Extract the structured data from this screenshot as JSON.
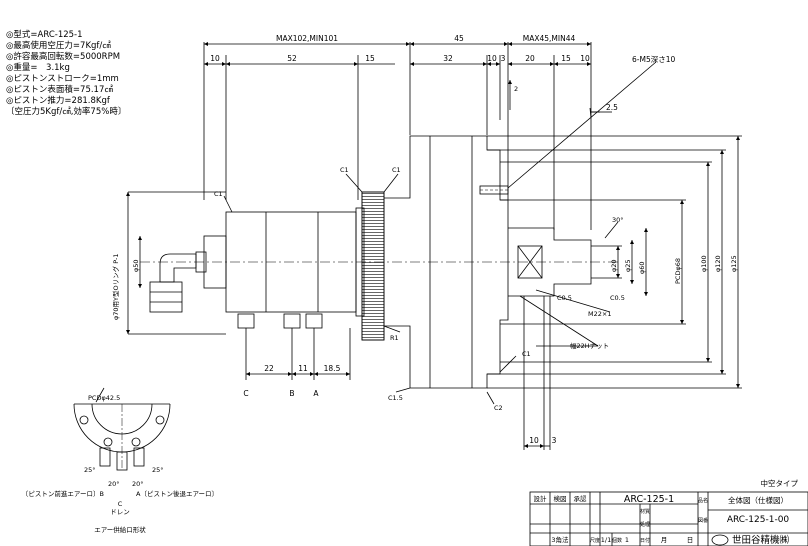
{
  "specs": [
    "◎型式=ARC-125-1",
    "◎最高使用空圧力=7Kgf/㎠",
    "◎許容最高回転数=5000RPM",
    "◎重量=　3.1kg",
    "◎ピストンストローク=1mm",
    "◎ピストン表面積=75.17㎠",
    "◎ピストン推力=281.8Kgf",
    "〔空圧力5Kgf/㎠,効率75%時〕"
  ],
  "top_dims": {
    "overall": "MAX102,MIN101",
    "d10a": "10",
    "d52": "52",
    "d15a": "15",
    "d45": "45",
    "max45": "MAX45,MIN44",
    "d32": "32",
    "d10b": "10",
    "d3": "3",
    "d20": "20",
    "d15b": "15",
    "d10c": "10"
  },
  "notes": {
    "m5": "6-M5深さ10",
    "d2_5": "2.5",
    "d2_0": "2",
    "chamfers": [
      "C1",
      "C1",
      "C1",
      "C1",
      "C1.5",
      "C2",
      "C0.5",
      "C0.5"
    ],
    "r1": "R1",
    "angle30": "30°",
    "hex": "幅22Hナット",
    "thread": "M22×1",
    "side_label": "φ70用Y型Oリング P-1"
  },
  "diameters": [
    "φ50",
    "φ20",
    "φ25",
    "φ60",
    "PCDφ68",
    "φ100",
    "φ120",
    "φ125"
  ],
  "bottom_dims": {
    "d22": "22",
    "d11": "11",
    "d18_5": "18.5",
    "d10": "10",
    "d3": "3"
  },
  "ports": {
    "c": "C",
    "b": "B",
    "a": "A"
  },
  "port_view": {
    "pcd": "PCDφ42.5",
    "angle1": "25°",
    "angle2": "20°",
    "angle3": "20°",
    "angle4": "25°",
    "label_b": "〔ピストン前進エアーロ〕B",
    "label_a": "A〔ピストン後退エアーロ〕",
    "label_c": "C",
    "label_drain": "ドレン",
    "caption": "エアー供給口形状"
  },
  "title_block": {
    "type": "中空タイプ",
    "h_design": "設計",
    "h_check": "検図",
    "h_approve": "承認",
    "model": "ARC-125-1",
    "name_label": "品名",
    "name": "全体図（仕様図）",
    "dwg_label": "図番",
    "dwg_no": "ARC-125-1-00",
    "material_label": "材質",
    "treatment_label": "処理",
    "projection": "3角法",
    "scale_label": "尺度",
    "scale": "1/1",
    "qty_label": "個数",
    "qty": "1",
    "date_label": "日付",
    "month": "月",
    "day": "日",
    "company": "世田谷精機㈱"
  }
}
